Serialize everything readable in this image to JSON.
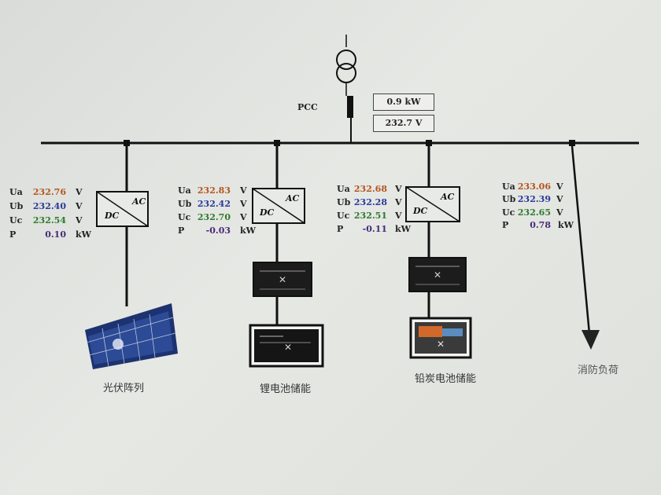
{
  "pcc": {
    "label": "PCC",
    "power": "0.9 kW",
    "voltage": "232.7 V"
  },
  "labels": {
    "ua": "Ua",
    "ub": "Ub",
    "uc": "Uc",
    "p": "P",
    "unit_v": "V",
    "unit_kw": "kW"
  },
  "converter": {
    "ac": "AC",
    "dc": "DC"
  },
  "feeders": [
    {
      "caption": "光伏阵列",
      "ua": "232.76",
      "ub": "232.40",
      "uc": "232.54",
      "p": "0.10"
    },
    {
      "caption": "锂电池储能",
      "ua": "232.83",
      "ub": "232.42",
      "uc": "232.70",
      "p": "-0.03"
    },
    {
      "caption": "铅炭电池储能",
      "ua": "232.68",
      "ub": "232.28",
      "uc": "232.51",
      "p": "-0.11"
    },
    {
      "caption": "消防负荷",
      "ua": "233.06",
      "ub": "232.39",
      "uc": "232.65",
      "p": "0.78"
    }
  ],
  "colors": {
    "ua": "#b5541f",
    "ub": "#2a3a9a",
    "uc": "#2d7a2d",
    "p": "#4a2a7a"
  }
}
